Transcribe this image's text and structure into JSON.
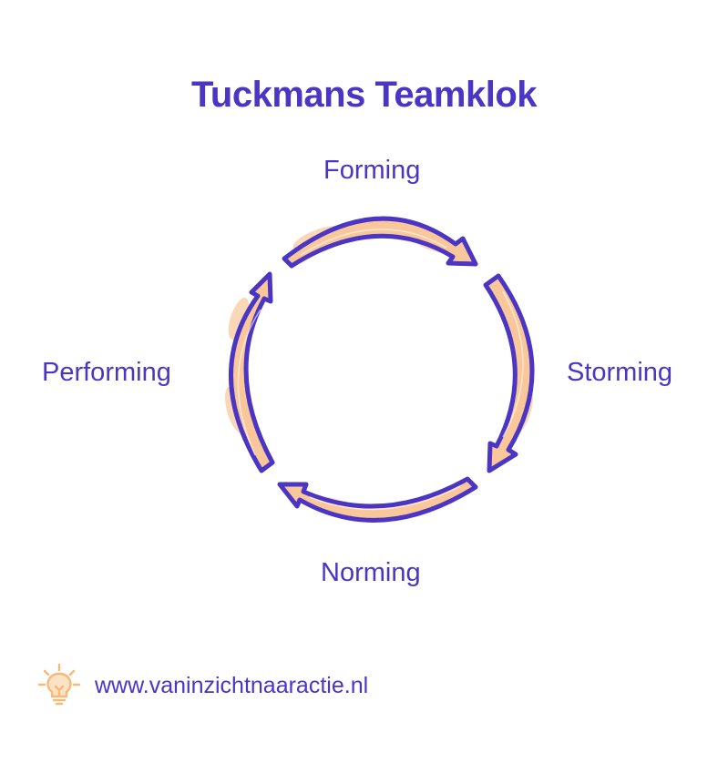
{
  "title": "Tuckmans Teamklok",
  "stages": {
    "top": "Forming",
    "right": "Storming",
    "bottom": "Norming",
    "left": "Performing"
  },
  "footer": {
    "url": "www.vaninzichtnaaractie.nl",
    "icon": "lightbulb-icon"
  },
  "colors": {
    "primary": "#4b35c4",
    "accent": "#f9c79a"
  }
}
